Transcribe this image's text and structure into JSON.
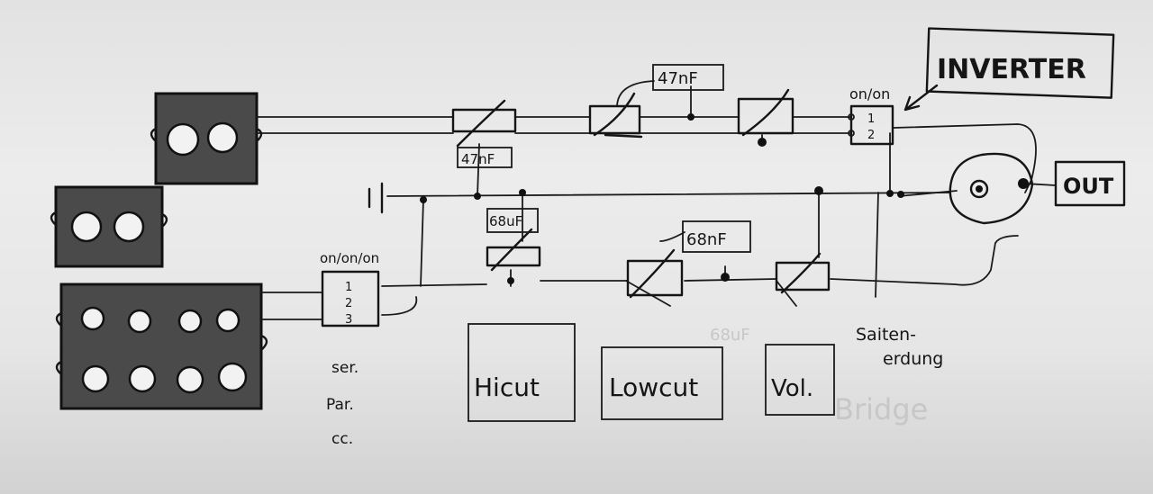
{
  "labels": {
    "inverter": "INVERTER",
    "out": "OUT",
    "switch_top": "on/on",
    "switch_top_pos1": "1",
    "switch_top_pos2": "2",
    "switch_bottom": "on/on/on",
    "switch_bottom_pos1": "1",
    "switch_bottom_pos2": "2",
    "switch_bottom_pos3": "3",
    "cap_47_top_left": "47nF",
    "cap_47_top_right": "47nF",
    "cap_68_left": "68uF",
    "cap_68_right": "68nF",
    "ghost_68": "68uF",
    "ghost_bridge": "Bridge",
    "note_ser": "ser.",
    "note_par": "Par.",
    "note_cc": "cc.",
    "saiten_1": "Saiten-",
    "saiten_2": "erdung",
    "box_hicut": "Hicut",
    "box_lowcut": "Lowcut",
    "box_vol": "Vol."
  },
  "colors": {
    "ink": "#151515",
    "paper": "#e6e6e6",
    "pickup_fill": "#4a4a4a"
  }
}
